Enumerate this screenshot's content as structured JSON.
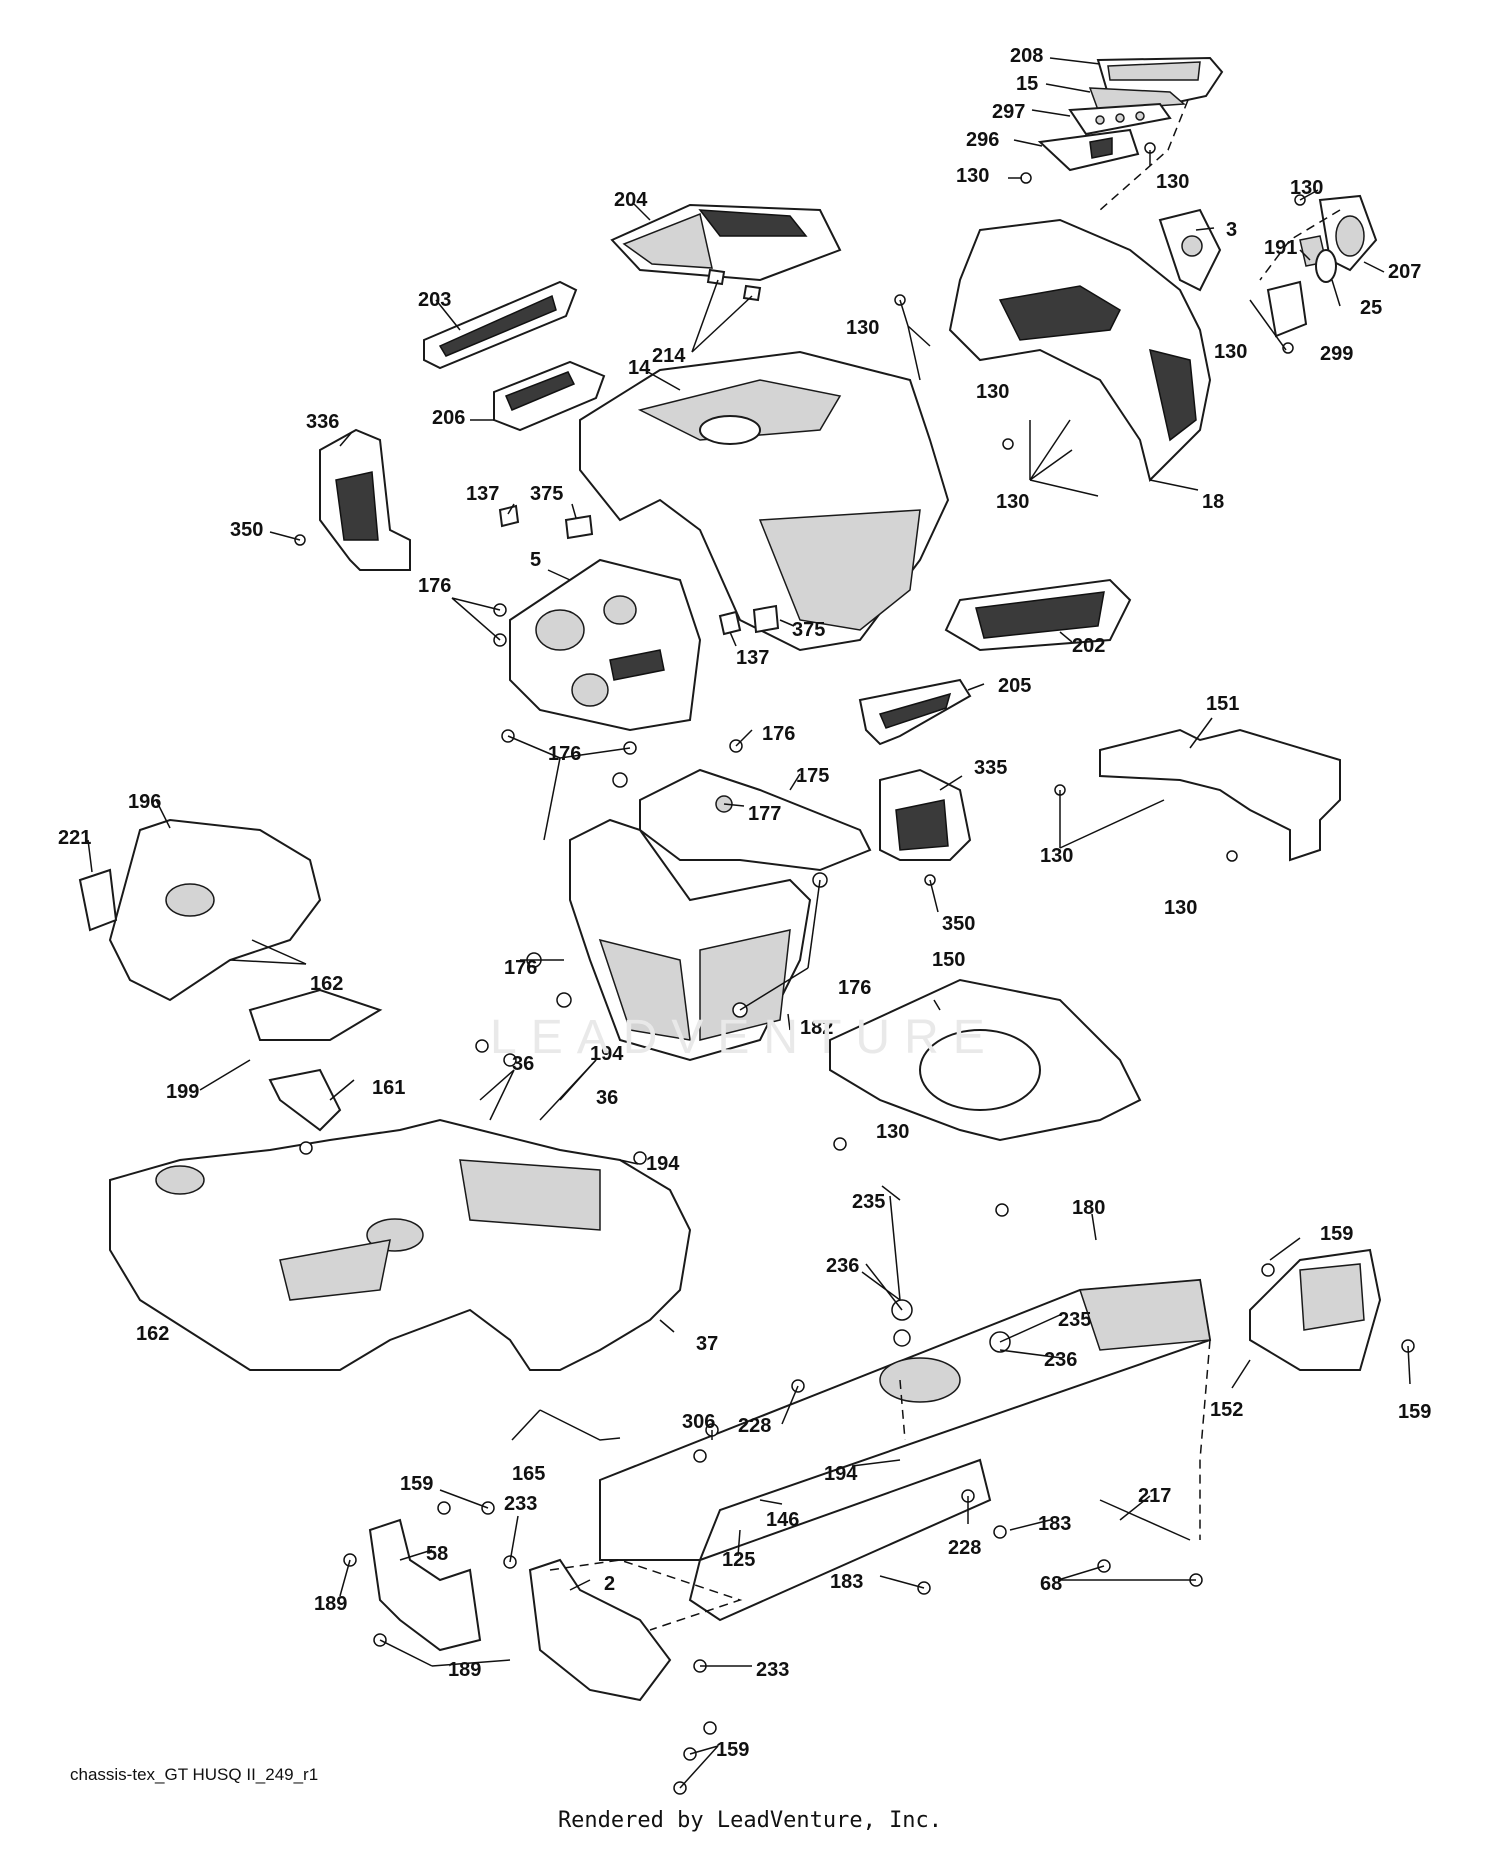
{
  "diagram": {
    "drawing_code": "chassis-tex_GT HUSQ II_249_r1",
    "credit": "Rendered by LeadVenture, Inc.",
    "watermark": "LEADVENTURE",
    "callouts": [
      "208",
      "15",
      "297",
      "296",
      "130",
      "130",
      "3",
      "130",
      "207",
      "191",
      "25",
      "299",
      "130",
      "204",
      "203",
      "214",
      "14",
      "130",
      "130",
      "206",
      "336",
      "130",
      "18",
      "137",
      "375",
      "350",
      "5",
      "176",
      "137",
      "375",
      "202",
      "205",
      "176",
      "151",
      "176",
      "175",
      "177",
      "335",
      "196",
      "221",
      "162",
      "130",
      "350",
      "130",
      "176",
      "176",
      "182",
      "150",
      "199",
      "161",
      "36",
      "194",
      "36",
      "194",
      "130",
      "235",
      "180",
      "159",
      "236",
      "37",
      "162",
      "235",
      "236",
      "152",
      "159",
      "228",
      "306",
      "194",
      "165",
      "159",
      "233",
      "146",
      "228",
      "183",
      "217",
      "58",
      "125",
      "183",
      "2",
      "68",
      "189",
      "189",
      "233",
      "159"
    ]
  }
}
